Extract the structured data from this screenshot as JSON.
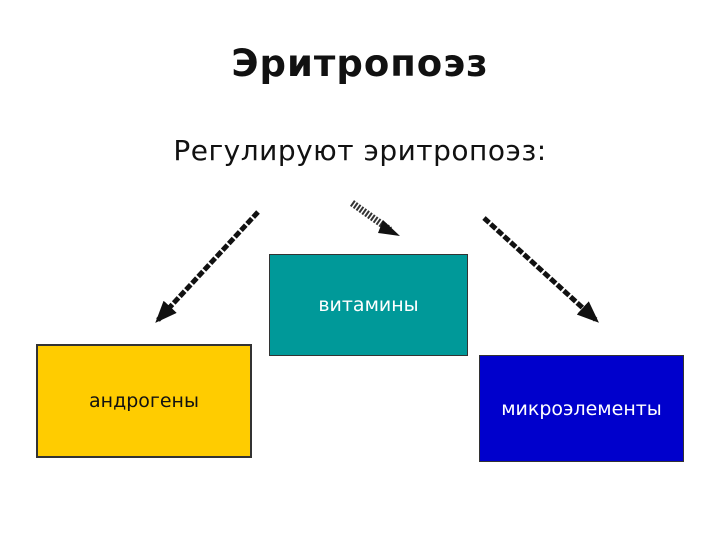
{
  "title": "Эритропоэз",
  "subtitle": "Регулируют эритропоэз:",
  "boxes": {
    "vitamins": {
      "label": "витамины",
      "color": "#009999"
    },
    "androgens": {
      "label": "андрогены",
      "color": "#FFCC00"
    },
    "microelements": {
      "label": "микроэлементы",
      "color": "#0000CC"
    }
  },
  "arrow_color": "#111111"
}
